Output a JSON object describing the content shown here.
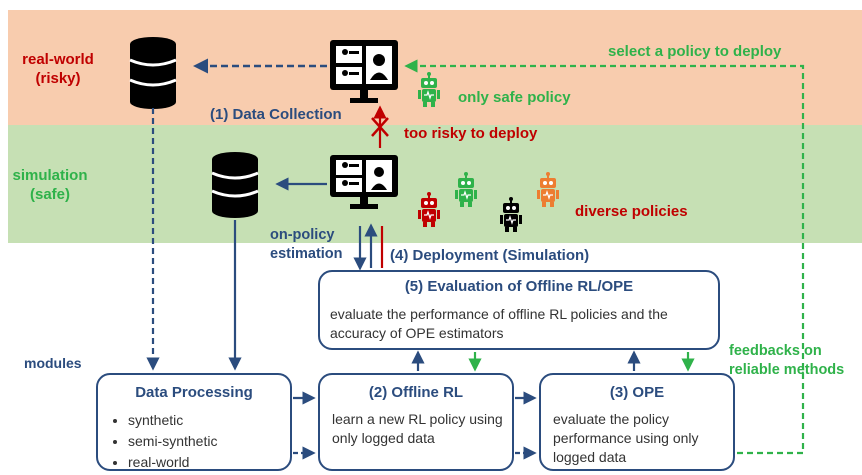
{
  "zones": {
    "real_world": "real-world\n(risky)",
    "simulation": "simulation\n(safe)",
    "modules": "modules"
  },
  "labels": {
    "select_policy": "select a policy to deploy",
    "only_safe": "only safe policy",
    "data_collection": "(1) Data Collection",
    "too_risky": "too risky to deploy",
    "diverse": "diverse policies",
    "on_policy": "on-policy\nestimation",
    "deployment": "(4) Deployment (Simulation)",
    "feedbacks": "feedbacks on\nreliable methods"
  },
  "boxes": {
    "evaluation": {
      "title": "(5) Evaluation of Offline RL/OPE",
      "text": "evaluate the performance of offline RL policies and the accuracy of OPE estimators"
    },
    "data_processing": {
      "title": "Data Processing",
      "items": [
        "synthetic",
        "semi-synthetic",
        "real-world"
      ]
    },
    "offline_rl": {
      "title": "(2) Offline RL",
      "text": "learn a new RL policy using only logged data"
    },
    "ope": {
      "title": "(3) OPE",
      "text": "evaluate the policy performance using only logged data"
    }
  },
  "colors": {
    "risky_band": "#f8ccae",
    "safe_band": "#c6e0b4",
    "navy": "#2b4c7e",
    "red": "#c00000",
    "green": "#2fb24a",
    "orange": "#ed7d31"
  }
}
